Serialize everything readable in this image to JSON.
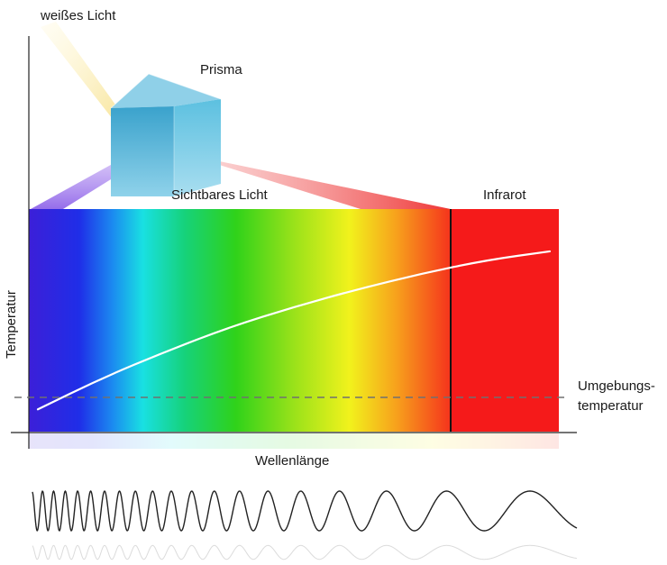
{
  "labels": {
    "white_light": "weißes Licht",
    "prism": "Prisma",
    "visible_light": "Sichtbares Licht",
    "infrared": "Infrarot",
    "y_axis": "Temperatur",
    "x_axis": "Wellenlänge",
    "ambient_line1": "Umgebungs-",
    "ambient_line2": "temperatur"
  },
  "colors": {
    "spectrum": [
      "#3c1fd8",
      "#1f2ee8",
      "#1b8cf0",
      "#19e0e2",
      "#16d27a",
      "#2fd21a",
      "#9be21a",
      "#f1f21c",
      "#f7a21c",
      "#f5331c",
      "#f51a1a"
    ],
    "infrared_fill": "#f51a1a",
    "curve": "#ffffff",
    "ambient_line": "#707070",
    "axis": "#222222",
    "prism": "#4fb3d6"
  },
  "chart_data": {
    "type": "line",
    "xlabel": "Wellenlänge",
    "ylabel": "Temperatur",
    "series": [
      {
        "values": [
          0.1,
          0.24,
          0.36,
          0.47,
          0.56,
          0.64,
          0.71,
          0.77,
          0.81
        ]
      }
    ],
    "annotations": [
      "Sichtbares Licht",
      "Infrarot",
      "Umgebungs- temperatur"
    ]
  }
}
